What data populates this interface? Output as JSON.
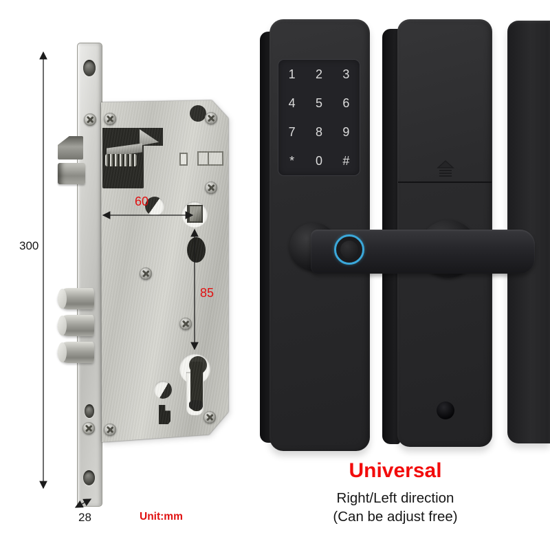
{
  "dimensions": {
    "height": "300",
    "faceplate_width": "28",
    "backset": "60",
    "center_distance": "85",
    "unit_label": "Unit:mm"
  },
  "keypad": {
    "keys": [
      "1",
      "2",
      "3",
      "4",
      "5",
      "6",
      "7",
      "8",
      "9",
      "*",
      "0",
      "#"
    ]
  },
  "caption": {
    "title": "Universal",
    "line1": "Right/Left direction",
    "line2": "(Can be adjust free)"
  },
  "colors": {
    "background": "#ffffff",
    "dimension_red": "#e01010",
    "caption_red": "#f20c0c",
    "text_black": "#151515",
    "fingerprint_ring_blue": "#3ba8da",
    "panel_black": "#2a2a2c",
    "metal_light": "#cfcfc9"
  },
  "icons": {
    "battery_eject_icon": "eject triangle over stack lines",
    "fingerprint_sensor_icon": "blue ring with dark pad",
    "phillips_screw_icon": "cross-head screw",
    "euro_cylinder_icon": "euro profile keyhole"
  }
}
